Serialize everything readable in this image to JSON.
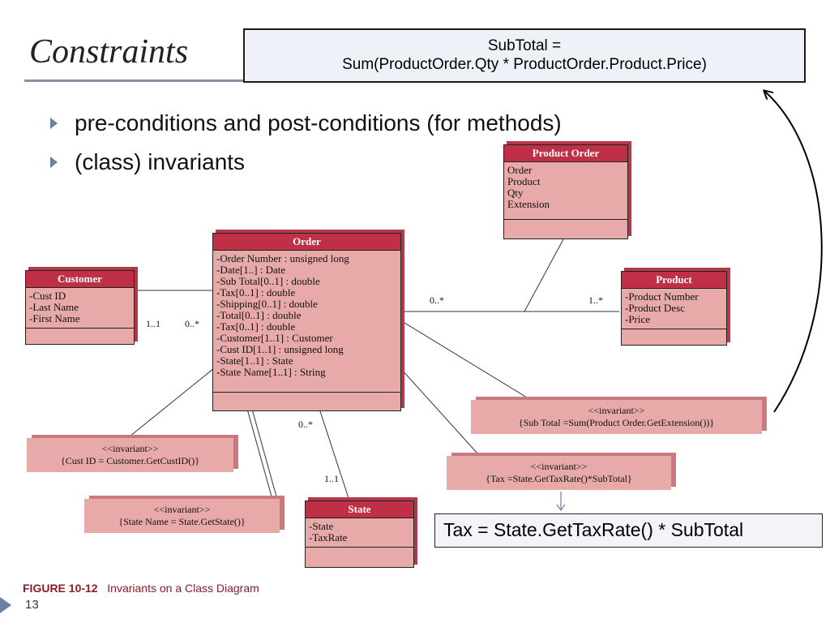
{
  "slide": {
    "title": "Constraints",
    "callout_line1": "SubTotal  =",
    "callout_line2": "Sum(ProductOrder.Qty * ProductOrder.Product.Price)",
    "bullets": [
      "pre-conditions and post-conditions  (for methods)",
      "(class) invariants"
    ],
    "tax_box": "Tax = State.GetTaxRate() * SubTotal",
    "figure_label_bold": "FIGURE 10-12",
    "figure_label_text": "Invariants on a Class Diagram",
    "slide_number": "13"
  },
  "diagram": {
    "classes": {
      "product_order": {
        "name": "Product Order",
        "attributes": [
          "Order",
          "Product",
          "Qty",
          "Extension"
        ]
      },
      "order": {
        "name": "Order",
        "attributes": [
          "-Order Number : unsigned long",
          "-Date[1..] : Date",
          "-Sub Total[0..1] : double",
          "-Tax[0..1] : double",
          "-Shipping[0..1] : double",
          "-Total[0..1] : double",
          "-Tax[0..1] : double",
          "-Customer[1..1] : Customer",
          "-Cust ID[1..1] : unsigned long",
          "-State[1..1] : State",
          "-State Name[1..1] : String"
        ]
      },
      "customer": {
        "name": "Customer",
        "attributes": [
          "-Cust ID",
          "-Last Name",
          "-First Name"
        ]
      },
      "product": {
        "name": "Product",
        "attributes": [
          "-Product Number",
          "-Product Desc",
          "-Price"
        ]
      },
      "state": {
        "name": "State",
        "attributes": [
          "-State",
          "-TaxRate"
        ]
      }
    },
    "invariants": {
      "subtotal": {
        "stereotype": "<<invariant>>",
        "expr": "{Sub Total =Sum(Product Order.GetExtension())}"
      },
      "custid": {
        "stereotype": "<<invariant>>",
        "expr": "{Cust ID = Customer.GetCustID()}"
      },
      "tax": {
        "stereotype": "<<invariant>>",
        "expr": "{Tax =State.GetTaxRate()*SubTotal}"
      },
      "statename": {
        "stereotype": "<<invariant>>",
        "expr": "{State Name = State.GetState()}"
      }
    },
    "multiplicities": {
      "customer_side": "1..1",
      "order_customer_side": "0..*",
      "order_product_side": "0..*",
      "product_side": "1..*",
      "order_state_side": "0..*",
      "state_side": "1..1"
    },
    "colors": {
      "class_header": "#bf2f45",
      "class_body": "#e8aaa8",
      "invariant_body": "#e8aaa8",
      "callout_bg": "#eef1f7",
      "bullet_arrow": "#6b7fa3"
    }
  }
}
